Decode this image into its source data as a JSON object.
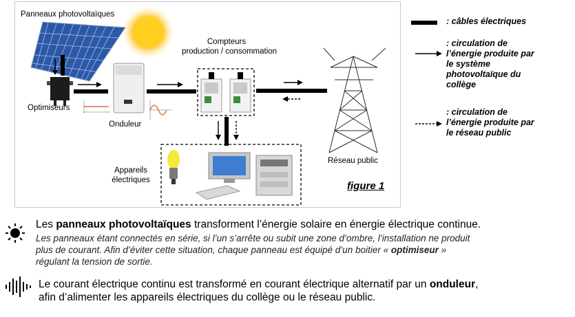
{
  "diagram": {
    "label_panneaux": "Panneaux photovoltaïques",
    "label_optimiseurs": "Optimiseurs",
    "label_onduleur": "Onduleur",
    "label_compteurs_1": "Compteurs",
    "label_compteurs_2": "production / consommation",
    "label_appareils_1": "Appareils",
    "label_appareils_2": "électriques",
    "label_reseau": "Réseau public",
    "figure_caption": "figure 1"
  },
  "legend": {
    "cables": ": câbles électriques",
    "college_1": ": circulation de",
    "college_2": "l’énergie produite par",
    "college_3": "le système",
    "college_4": "photovoltaïque du",
    "college_5": "collège",
    "reseau_1": ": circulation de",
    "reseau_2": "l’énergie produite par",
    "reseau_3": "le réseau public"
  },
  "text": {
    "p1_a": "Les ",
    "p1_b": "panneaux photovoltaïques",
    "p1_c": " transforment l’énergie solaire en énergie électrique continue.",
    "p2_line1": "Les panneaux étant connectés en série, si l’un s’arrête ou subit une zone d’ombre, l’installation ne produit",
    "p2_line2_a": "plus de courant. Afin d’éviter cette situation, chaque panneau est équipé d’un boitier « ",
    "p2_line2_b": "optimiseur",
    "p2_line2_c": " »",
    "p2_line3": "régulant la tension de sortie.",
    "p3_line1_a": "Le courant électrique continu est transformé en courant électrique alternatif par un ",
    "p3_line1_b": "onduleur",
    "p3_line1_c": ",",
    "p3_line2": "afin d’alimenter les appareils électriques du collège ou le réseau public."
  },
  "icons": {
    "sun_icon": "sun",
    "signal_icon": "waveform"
  }
}
